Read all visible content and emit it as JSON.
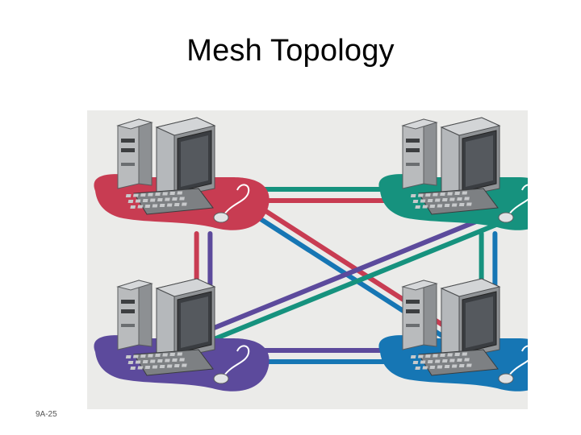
{
  "slide": {
    "title": "Mesh Topology",
    "footer": "9A-25"
  },
  "diagram": {
    "background": "#ebebe9",
    "nodes": [
      {
        "id": "top-left",
        "color": "#c83c52"
      },
      {
        "id": "top-right",
        "color": "#16927e"
      },
      {
        "id": "bottom-left",
        "color": "#5c4a9c"
      },
      {
        "id": "bottom-right",
        "color": "#1676b4"
      }
    ],
    "links": [
      {
        "from": "top-left",
        "to": "top-right",
        "color": "#16927e"
      },
      {
        "from": "top-left",
        "to": "top-right",
        "color": "#c83c52"
      },
      {
        "from": "bottom-left",
        "to": "bottom-right",
        "color": "#5c4a9c"
      },
      {
        "from": "bottom-left",
        "to": "bottom-right",
        "color": "#1676b4"
      },
      {
        "from": "top-left",
        "to": "bottom-left",
        "color": "#c83c52"
      },
      {
        "from": "top-left",
        "to": "bottom-left",
        "color": "#5c4a9c"
      },
      {
        "from": "top-right",
        "to": "bottom-right",
        "color": "#16927e"
      },
      {
        "from": "top-right",
        "to": "bottom-right",
        "color": "#1676b4"
      },
      {
        "from": "top-left",
        "to": "bottom-right",
        "color": "#c83c52"
      },
      {
        "from": "top-left",
        "to": "bottom-right",
        "color": "#1676b4"
      },
      {
        "from": "top-right",
        "to": "bottom-left",
        "color": "#5c4a9c"
      },
      {
        "from": "top-right",
        "to": "bottom-left",
        "color": "#16927e"
      }
    ]
  }
}
